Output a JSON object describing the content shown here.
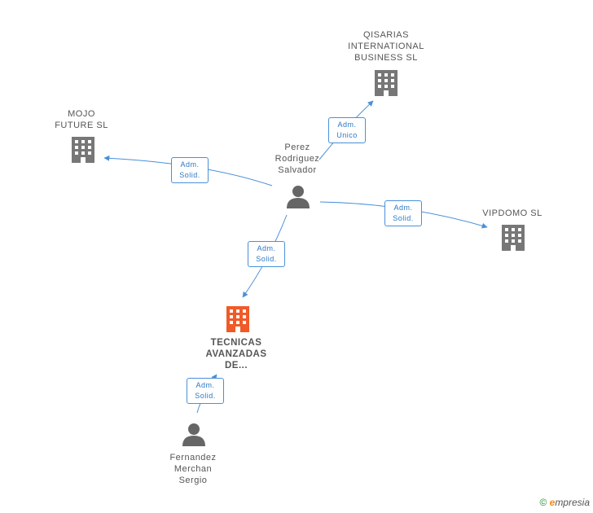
{
  "nodes": {
    "qisarias": {
      "label_lines": [
        "QISARIAS",
        "INTERNATIONAL",
        "BUSINESS SL"
      ],
      "type": "company"
    },
    "mojo": {
      "label_lines": [
        "MOJO",
        "FUTURE SL"
      ],
      "type": "company"
    },
    "perez": {
      "label_lines": [
        "Perez",
        "Rodriguez",
        "Salvador"
      ],
      "type": "person"
    },
    "vipdomo": {
      "label_lines": [
        "VIPDOMO SL"
      ],
      "type": "company"
    },
    "tecnicas": {
      "label_lines": [
        "TECNICAS",
        "AVANZADAS",
        "DE..."
      ],
      "type": "company-focus"
    },
    "fernandez": {
      "label_lines": [
        "Fernandez",
        "Merchan",
        "Sergio"
      ],
      "type": "person"
    }
  },
  "edges": [
    {
      "from": "perez",
      "to": "qisarias",
      "label_lines": [
        "Adm.",
        "Unico"
      ]
    },
    {
      "from": "perez",
      "to": "mojo",
      "label_lines": [
        "Adm.",
        "Solid."
      ]
    },
    {
      "from": "perez",
      "to": "vipdomo",
      "label_lines": [
        "Adm.",
        "Solid."
      ]
    },
    {
      "from": "perez",
      "to": "tecnicas",
      "label_lines": [
        "Adm.",
        "Solid."
      ]
    },
    {
      "from": "fernandez",
      "to": "tecnicas",
      "label_lines": [
        "Adm.",
        "Solid."
      ]
    }
  ],
  "colors": {
    "edge": "#4a90d9",
    "company": "#777777",
    "focus": "#f05a28",
    "person": "#666666"
  },
  "brand": {
    "copyright": "©",
    "first_letter": "e",
    "rest": "mpresia"
  }
}
